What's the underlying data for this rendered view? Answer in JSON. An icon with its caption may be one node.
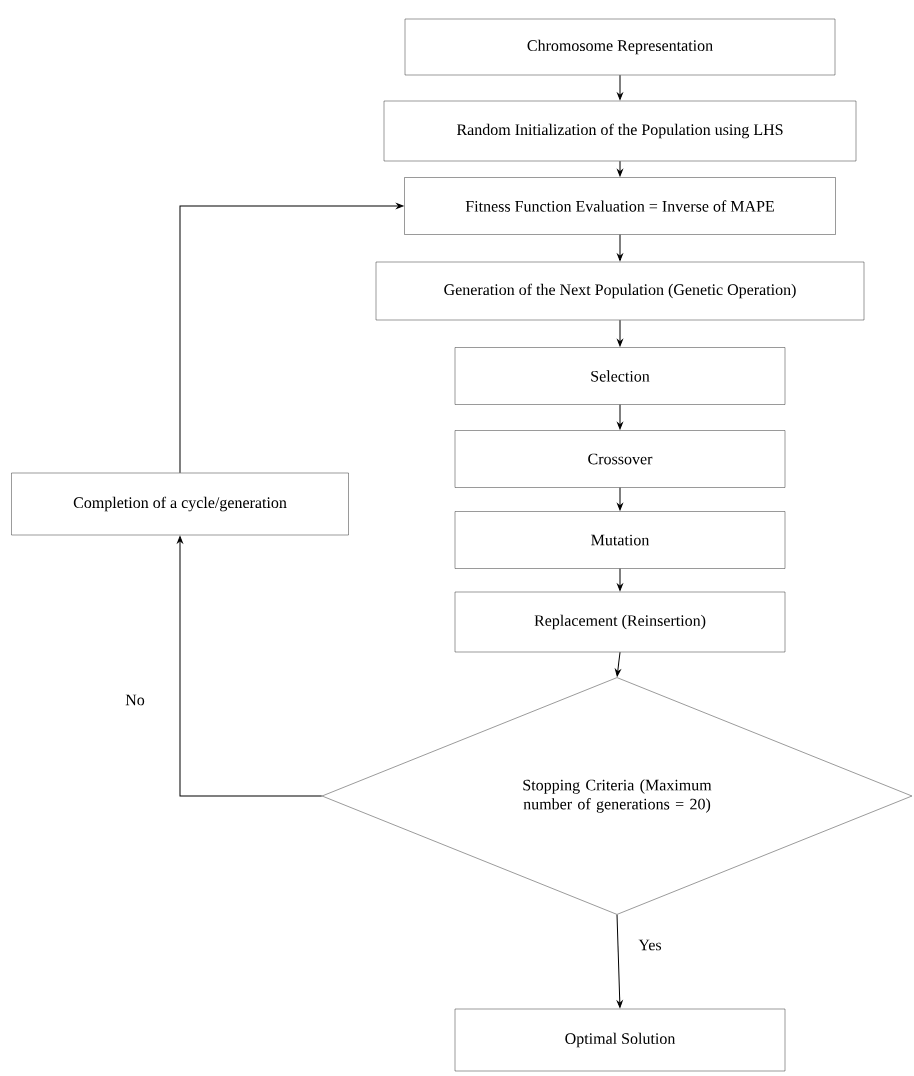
{
  "diagram": {
    "nodes": [
      {
        "text": [
          "Chromosome Representation"
        ]
      },
      {
        "text": [
          "Random Initialization of the Population using LHS"
        ]
      },
      {
        "text": [
          "Fitness Function Evaluation = Inverse of MAPE"
        ]
      },
      {
        "text": [
          "Generation of the Next Population (Genetic Operation)"
        ]
      },
      {
        "text": [
          "Selection"
        ]
      },
      {
        "text": [
          "Crossover"
        ]
      },
      {
        "text": [
          "Mutation"
        ]
      },
      {
        "text": [
          "Replacement (Reinsertion)"
        ]
      },
      {
        "text": [
          "Stopping Criteria (Maximum number of generations = 20)"
        ]
      },
      {
        "text": [
          "Optimal Solution"
        ]
      },
      {
        "text": [
          "Completion of a cycle/generation"
        ]
      }
    ],
    "edges": [
      {
        "from": 0,
        "to": 1,
        "arrow": "to"
      },
      {
        "from": 1,
        "to": 2,
        "arrow": "to"
      },
      {
        "from": 2,
        "to": 3,
        "arrow": "to"
      },
      {
        "from": 3,
        "to": 4,
        "arrow": "to"
      },
      {
        "from": 4,
        "to": 5,
        "arrow": "to"
      },
      {
        "from": 5,
        "to": 6,
        "arrow": "to"
      },
      {
        "from": 6,
        "to": 7,
        "arrow": "to"
      },
      {
        "from": 7,
        "to": 8,
        "arrow": "to"
      },
      {
        "from": 8,
        "to": 9,
        "arrow": "to",
        "label": "Yes"
      },
      {
        "from": 8,
        "to": 10,
        "arrow": "to",
        "label": "No"
      },
      {
        "from": 10,
        "to": 2,
        "arrow": "to"
      }
    ]
  }
}
